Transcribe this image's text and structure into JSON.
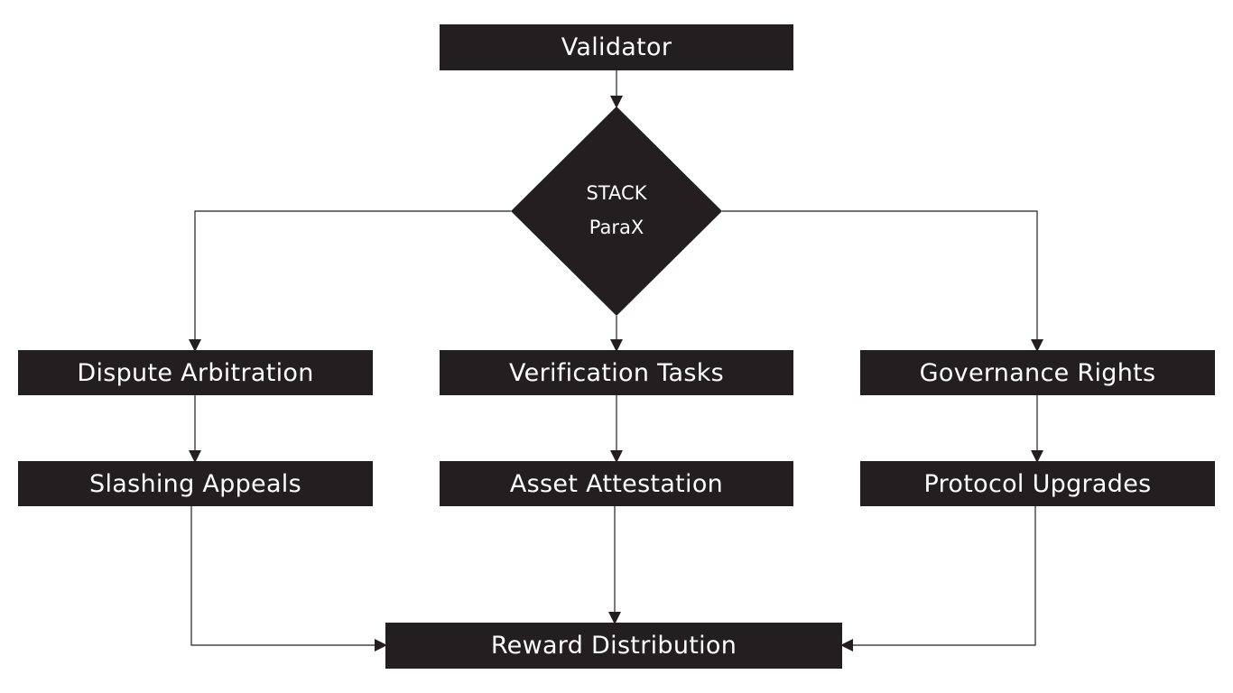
{
  "diagram": {
    "top_node": "Validator",
    "decision": {
      "line1": "STACK",
      "line2": "ParaX"
    },
    "branches": {
      "left": {
        "first": "Dispute Arbitration",
        "second": "Slashing Appeals"
      },
      "center": {
        "first": "Verification Tasks",
        "second": "Asset Attestation"
      },
      "right": {
        "first": "Governance Rights",
        "second": "Protocol Upgrades"
      }
    },
    "bottom_node": "Reward Distribution"
  },
  "colors": {
    "node_fill": "#231f20",
    "node_text": "#ffffff",
    "connector": "#231f20",
    "background": "#ffffff"
  }
}
